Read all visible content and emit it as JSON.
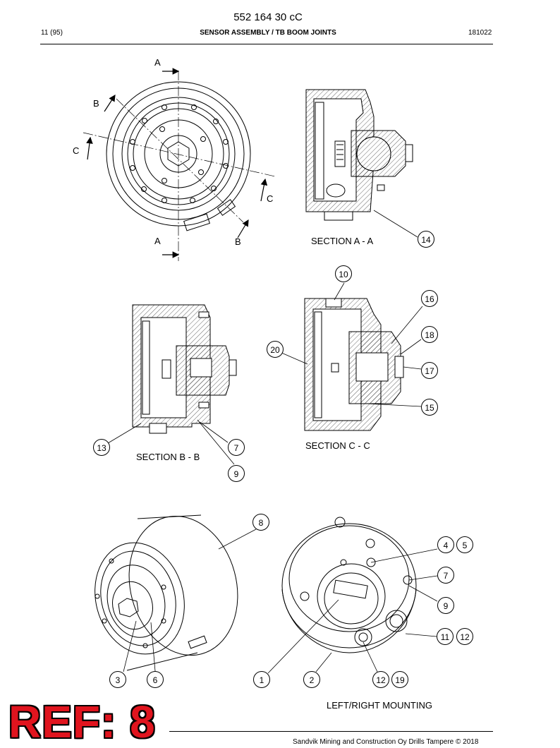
{
  "header": {
    "doc_number": "552 164 30 cC",
    "page": "11 (95)",
    "title": "SENSOR ASSEMBLY / TB BOOM JOINTS",
    "code": "181022"
  },
  "views": {
    "section_aa": "SECTION  A - A",
    "section_bb": "SECTION  B - B",
    "section_cc": "SECTION  C - C",
    "mounting": "LEFT/RIGHT MOUNTING"
  },
  "cut_labels": {
    "a": "A",
    "b": "B",
    "c": "C"
  },
  "callouts": [
    "14",
    "10",
    "16",
    "18",
    "20",
    "17",
    "15",
    "13",
    "7",
    "9",
    "8",
    "4",
    "5",
    "7",
    "9",
    "11",
    "12",
    "3",
    "6",
    "1",
    "2",
    "12",
    "19"
  ],
  "ref_stamp": "REF: 8",
  "footer": "Sandvik Mining and Construction Oy Drills Tampere © 2018"
}
